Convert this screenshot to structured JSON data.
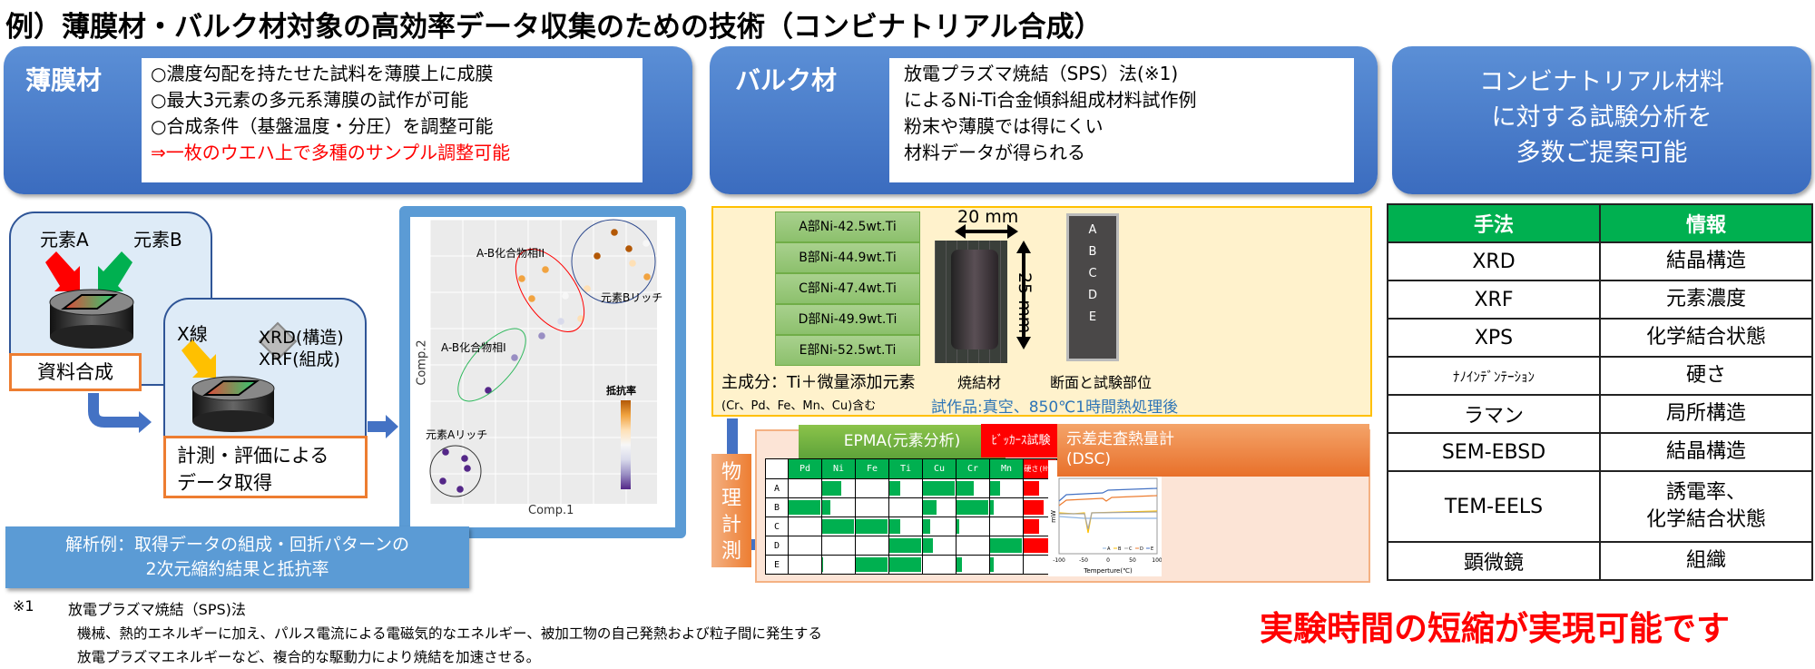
{
  "title": "例）薄膜材・バルク材対象の高効率データ収集のための技術（コンビナトリアル合成）",
  "thin_film": {
    "label": "薄膜材",
    "lines": [
      "○濃度勾配を持たせた試料を薄膜上に成膜",
      "○最大3元素の多元系薄膜の試作が可能",
      "○合成条件（基盤温度・分圧）を調整可能"
    ],
    "highlight": "⇒一枚のウエハ上で多種のサンプル調整可能"
  },
  "bulk": {
    "label": "バルク材",
    "lines": [
      "放電プラズマ焼結（SPS）法(※1)",
      "によるNi-Ti合金傾斜組成材料試作例",
      "粉末や薄膜では得にくい",
      "材料データが得られる"
    ]
  },
  "proposal": {
    "lines": [
      "コンビナトリアル材料",
      "に対する試験分析を",
      "多数ご提案可能"
    ]
  },
  "diagram": {
    "element_a": "元素A",
    "element_b": "元素B",
    "synthesis": "資料合成",
    "xray": "X線",
    "xrd": "XRD(構造)",
    "xrf": "XRF(組成)",
    "measure": [
      "計測・評価による",
      "データ取得"
    ]
  },
  "scatter": {
    "xlabel": "Comp.1",
    "ylabel": "Comp.2",
    "legend_title": "抵抗率",
    "groups": [
      "A-B化合物相II",
      "元素Bリッチ",
      "A-B化合物相I",
      "元素Aリッチ"
    ],
    "colors": [
      "#542788",
      "#998ec3",
      "#d8daeb",
      "#f7f7f7",
      "#fee0b6",
      "#f1a340",
      "#b35806"
    ]
  },
  "analysis_caption": [
    "解析例：取得データの組成・回折パターンの",
    "2次元縮約結果と抵抗率"
  ],
  "bulk_sample": {
    "parts": [
      "A部Ni-42.5wt.Ti",
      "B部Ni-44.9wt.Ti",
      "C部Ni-47.4wt.Ti",
      "D部Ni-49.9wt.Ti",
      "E部Ni-52.5wt.Ti"
    ],
    "main": "主成分：Ti＋微量添加元素",
    "additives": "(Cr、Pd、Fe、Mn、Cu)含む",
    "width": "20 mm",
    "height": "25 mm",
    "sintered": "焼結材",
    "section": "断面と試験部位",
    "section_letters": [
      "A",
      "B",
      "C",
      "D",
      "E"
    ],
    "condition": "試作品:真空、850℃1時間熱処理後"
  },
  "physical": {
    "label": [
      "物",
      "理",
      "計",
      "測"
    ]
  },
  "epma": {
    "title": "EPMA(元素分析)",
    "vickers": "ﾋﾞｯｶｰｽ試験",
    "dsc": [
      "示差走査熱量計",
      "(DSC)"
    ],
    "columns": [
      "Pd",
      "Ni",
      "Fe",
      "Ti",
      "Cu",
      "Cr",
      "Mn",
      "硬さ(Hv)"
    ],
    "rows": [
      {
        "label": "A",
        "values": [
          0,
          0.57,
          0,
          0.32,
          0.97,
          0.53,
          0.3,
          0.48
        ]
      },
      {
        "label": "B",
        "values": [
          0.97,
          0.25,
          0,
          0,
          0.42,
          0.97,
          0.1,
          0.6
        ]
      },
      {
        "label": "C",
        "values": [
          0,
          0.97,
          0.97,
          0.32,
          0.22,
          0.08,
          0,
          0.48
        ]
      },
      {
        "label": "D",
        "values": [
          0,
          0,
          0,
          0.97,
          0.3,
          0,
          0.97,
          0.97
        ]
      },
      {
        "label": "E",
        "values": [
          0,
          0.03,
          0.97,
          0.97,
          0,
          0.18,
          0.1,
          0
        ]
      }
    ],
    "bar_color": "#00b050",
    "hv_color": "#ff0000"
  },
  "dsc_chart": {
    "ylabel": "mW",
    "xlabel": "Temperture(℃)",
    "xticks": [
      "-100",
      "-50",
      "0",
      "50",
      "100"
    ],
    "legend": [
      "A",
      "B",
      "C",
      "D",
      "E"
    ],
    "series_colors": [
      "#8db4e2",
      "#ffc000",
      "#a5a5a5",
      "#ed7d31",
      "#4472c4"
    ]
  },
  "methods": {
    "headers": [
      "手法",
      "情報"
    ],
    "rows": [
      [
        "XRD",
        "結晶構造"
      ],
      [
        "XRF",
        "元素濃度"
      ],
      [
        "XPS",
        "化学結合状態"
      ],
      [
        "ﾅﾉｲﾝﾃﾞﾝﾃｰｼｮﾝ",
        "硬さ"
      ],
      [
        "ラマン",
        "局所構造"
      ],
      [
        "SEM-EBSD",
        "結晶構造"
      ],
      [
        "TEM-EELS",
        "誘電率、\n化学結合状態"
      ],
      [
        "顕微鏡",
        "組織"
      ]
    ]
  },
  "footnote": {
    "mark": "※1",
    "title": "放電プラズマ焼結（SPS)法",
    "lines": [
      "機械、熱的エネルギーに加え、パルス電流による電磁気的なエネルギー、被加工物の自己発熱および粒子間に発生する",
      "放電プラズマエネルギーなど、複合的な駆動力により焼結を加速させる。"
    ]
  },
  "conclusion": "実験時間の短縮が実現可能です"
}
